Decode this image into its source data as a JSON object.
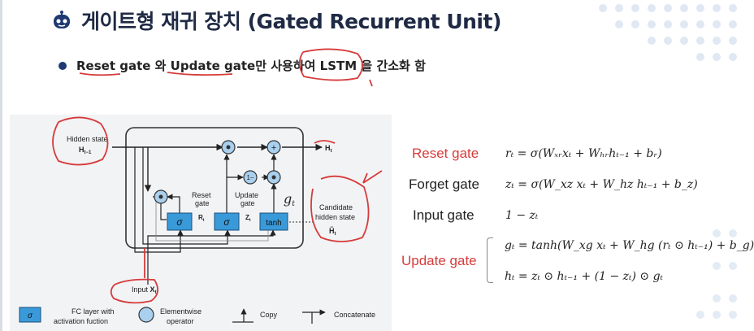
{
  "title": "게이트형 재귀 장치 (Gated Recurrent Unit)",
  "bullet": {
    "reset": "Reset gate",
    "wa": " 와 ",
    "update": "Update gate",
    "rest": "만 사용하여 ",
    "lstm": "LSTM",
    "tail": " 을 간소화 함"
  },
  "diagram": {
    "hidden_state": "Hidden state",
    "h_prev": "H",
    "h_prev_sub": "t−1",
    "input": "Input",
    "input_x": "X",
    "input_x_sub": "t",
    "reset_gate_line1": "Reset",
    "reset_gate_line2": "gate",
    "r_t": "R",
    "r_t_sub": "t",
    "update_gate_line1": "Update",
    "update_gate_line2": "gate",
    "z_t": "Z",
    "z_t_sub": "t",
    "g_t": "g",
    "g_t_sub": "t",
    "candidate_line1": "Candidate",
    "candidate_line2": "hidden state",
    "h_tilde": "H̃",
    "h_tilde_sub": "t",
    "h_out": "H",
    "h_out_sub": "t",
    "sigma": "σ",
    "tanh": "tanh",
    "one_minus": "1−",
    "odot": "⊙",
    "plus": "+",
    "x": "×"
  },
  "legend": {
    "fc_line1": "FC layer with",
    "fc_line2": "activation fuction",
    "elem_line1": "Elementwise",
    "elem_line2": "operator",
    "copy": "Copy",
    "concat": "Concatenate"
  },
  "equations": {
    "reset_label": "Reset gate",
    "forget_label": "Forget gate",
    "input_label": "Input gate",
    "update_label": "Update gate",
    "r_eq": "rₜ = σ(Wₓᵣxₜ + Wₕᵣhₜ₋₁ + bᵣ)",
    "z_eq": "zₜ = σ(W_xz xₜ + W_hz hₜ₋₁ + b_z)",
    "i_eq": "1 − zₜ",
    "g_eq": "gₜ = tanh(W_xg xₜ + W_hg (rₜ ⊙ hₜ₋₁) + b_g)",
    "h_eq": "hₜ = zₜ ⊙ hₜ₋₁ + (1 − zₜ) ⊙ gₜ"
  },
  "colors": {
    "title": "#1f2a44",
    "red": "#d63b3b",
    "box_fill": "#3a9ad9",
    "circle_fill": "#a9d0ee"
  }
}
